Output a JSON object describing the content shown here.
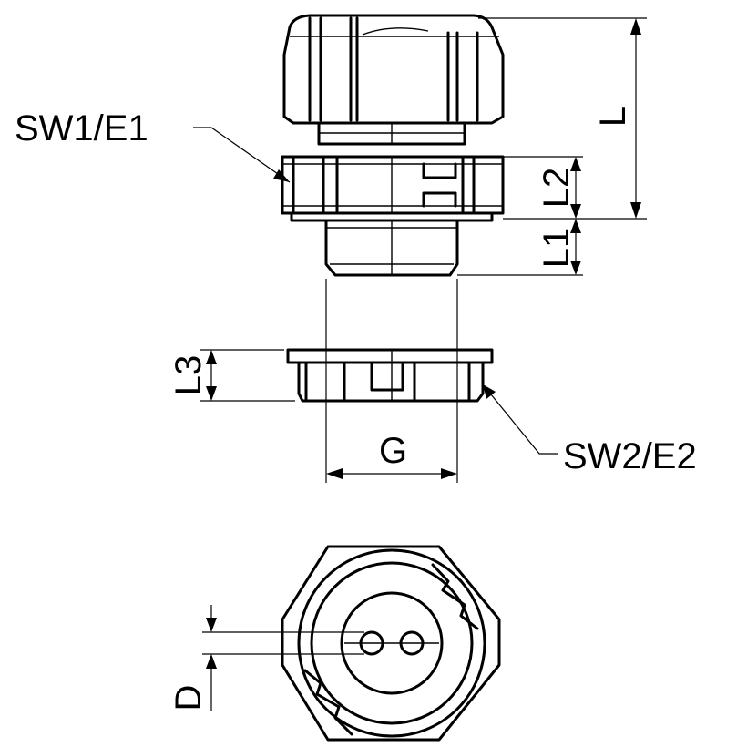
{
  "labels": {
    "sw1_e1": "SW1/E1",
    "sw2_e2": "SW2/E2",
    "L": "L",
    "L1": "L1",
    "L2": "L2",
    "L3": "L3",
    "G": "G",
    "D": "D"
  }
}
